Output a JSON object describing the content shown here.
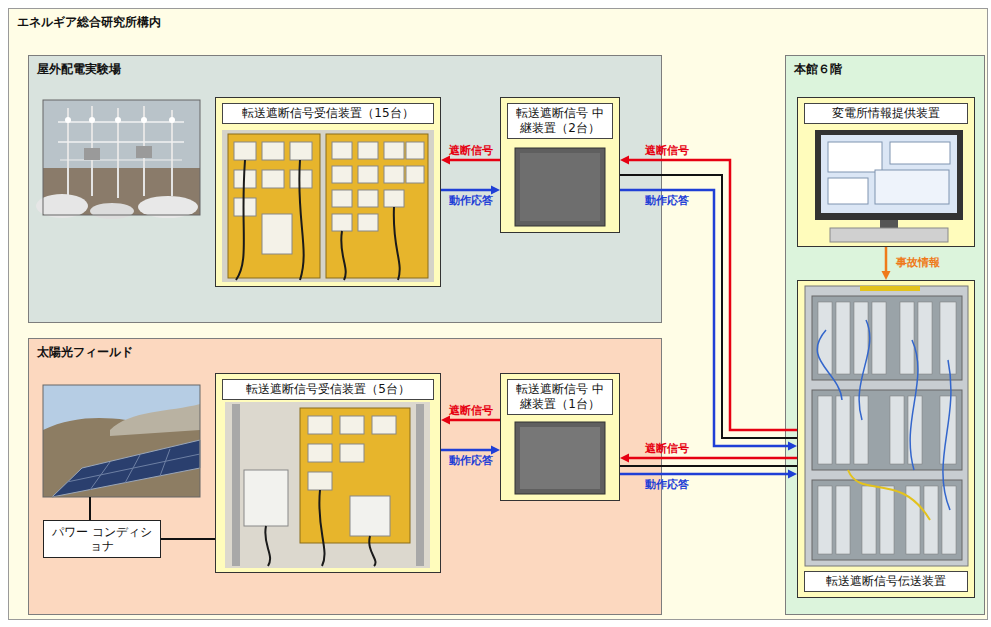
{
  "diagram": {
    "nodes": [
      {
        "text": [
          "エネルギア総合研究所構内"
        ]
      },
      {
        "text": [
          "屋外配電実験場"
        ],
        "in": 0
      },
      {
        "text": [
          "転送遮断信号受信装置（15台）"
        ],
        "in": 1
      },
      {
        "text": [
          "転送遮断信号 中継装置（2台）"
        ],
        "in": 1
      },
      {
        "text": [
          "本館６階"
        ],
        "in": 0
      },
      {
        "text": [
          "変電所情報提供装置"
        ],
        "in": 4
      },
      {
        "text": [
          "転送遮断信号伝送装置"
        ],
        "in": 4
      },
      {
        "text": [
          "太陽光フィールド"
        ],
        "in": 0
      },
      {
        "text": [
          "転送遮断信号受信装置（5台）"
        ],
        "in": 7
      },
      {
        "text": [
          "転送遮断信号 中継装置（1台）"
        ],
        "in": 7
      },
      {
        "text": [
          "パワー コンディショナ"
        ],
        "in": 7
      }
    ],
    "edges": [
      {
        "from": 3,
        "to": 2,
        "arrow": "to",
        "label": "遮断信号"
      },
      {
        "from": 2,
        "to": 3,
        "arrow": "to",
        "label": "動作応答"
      },
      {
        "from": 6,
        "to": 3,
        "arrow": "to",
        "label": "遮断信号"
      },
      {
        "from": 6,
        "to": 3,
        "arrow": "none"
      },
      {
        "from": 3,
        "to": 6,
        "arrow": "to",
        "label": "動作応答"
      },
      {
        "from": 9,
        "to": 8,
        "arrow": "to",
        "label": "遮断信号"
      },
      {
        "from": 8,
        "to": 9,
        "arrow": "to",
        "label": "動作応答"
      },
      {
        "from": 6,
        "to": 9,
        "arrow": "to",
        "label": "遮断信号"
      },
      {
        "from": 6,
        "to": 9,
        "arrow": "none"
      },
      {
        "from": 9,
        "to": 6,
        "arrow": "to",
        "label": "動作応答"
      },
      {
        "from": 5,
        "to": 6,
        "arrow": "to",
        "label": "事故情報"
      },
      {
        "from": 10,
        "to": 8,
        "arrow": "none"
      }
    ]
  }
}
